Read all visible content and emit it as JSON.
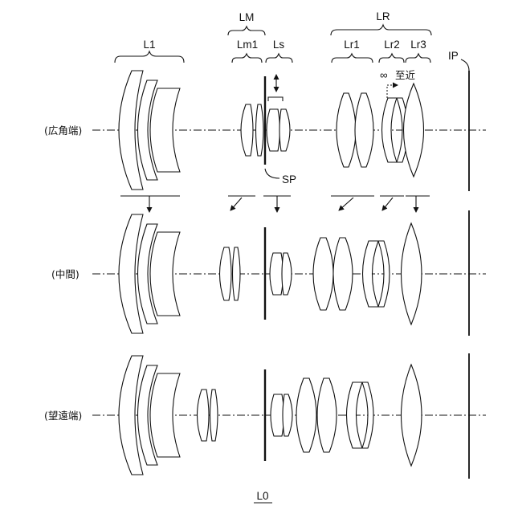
{
  "labels": {
    "L1": "L1",
    "LM": "LM",
    "Lm1": "Lm1",
    "Ls": "Ls",
    "LR": "LR",
    "Lr1": "Lr1",
    "Lr2": "Lr2",
    "Lr3": "Lr3",
    "IP": "IP",
    "SP": "SP",
    "focus_infinity": "∞",
    "focus_near": "至近",
    "figure_label": "L0"
  },
  "positions": {
    "wide": "(広角端)",
    "middle": "(中間)",
    "tele": "(望遠端)"
  }
}
